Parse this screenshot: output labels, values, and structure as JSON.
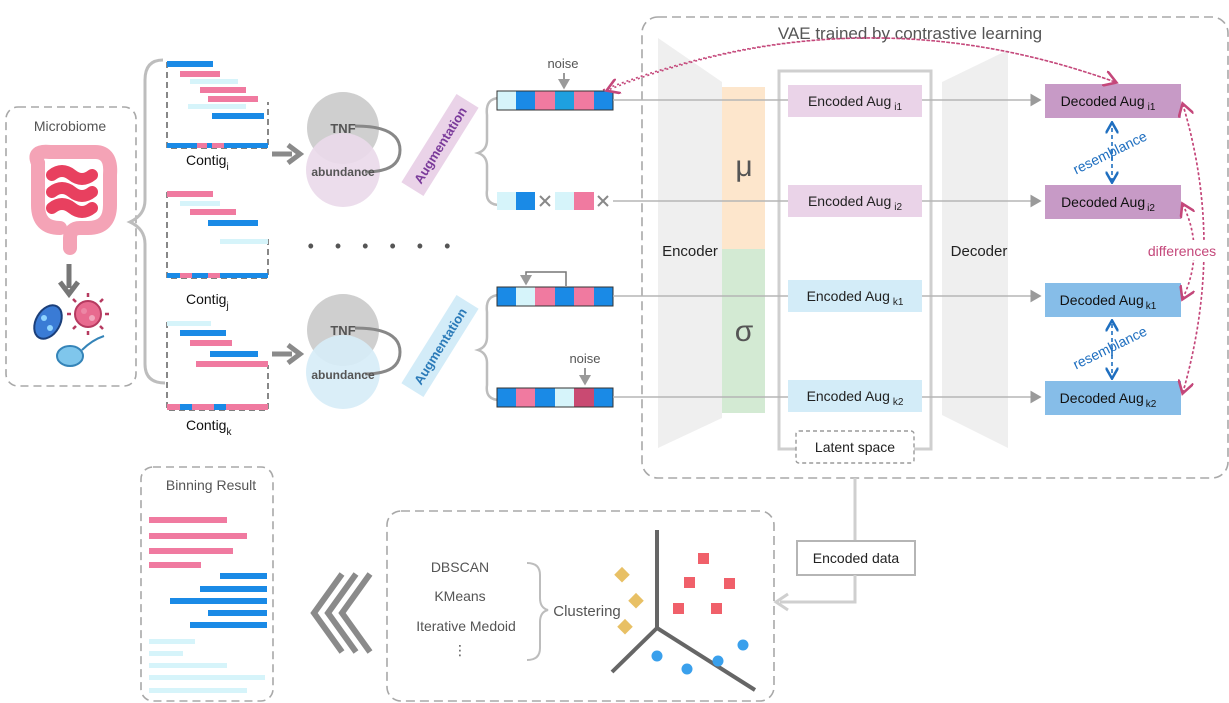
{
  "vae": {
    "title": "VAE trained by contrastive learning",
    "encoder": "Encoder",
    "decoder": "Decoder",
    "mu": "μ",
    "sigma": "σ",
    "latent_space": "Latent space",
    "encoded": [
      {
        "base": "Encoded Aug",
        "sub": "i1"
      },
      {
        "base": "Encoded Aug",
        "sub": "i2"
      },
      {
        "base": "Encoded Aug",
        "sub": "k1"
      },
      {
        "base": "Encoded Aug",
        "sub": "k2"
      }
    ],
    "decoded": [
      {
        "base": "Decoded Aug",
        "sub": "i1"
      },
      {
        "base": "Decoded Aug",
        "sub": "i2"
      },
      {
        "base": "Decoded Aug",
        "sub": "k1"
      },
      {
        "base": "Decoded Aug",
        "sub": "k2"
      }
    ],
    "resemblance": "resemblance",
    "differences": "differences"
  },
  "input": {
    "microbiome": "Microbiome",
    "contigs": [
      {
        "base": "Contig",
        "sub": "i"
      },
      {
        "base": "Contig",
        "sub": "j"
      },
      {
        "base": "Contig",
        "sub": "k"
      }
    ],
    "tnf": "TNF",
    "abundance": "abundance",
    "augmentation": "Augmentation",
    "noise": "noise",
    "ellipsis": "• • • • • •"
  },
  "bottom": {
    "encoded_data": "Encoded data",
    "methods": [
      "DBSCAN",
      "KMeans",
      "Iterative Medoid",
      "⋮"
    ],
    "clustering": "Clustering",
    "binning_result": "Binning Result"
  },
  "colors": {
    "pink": "#f07aa0",
    "blue": "#1a8ae6",
    "cyan": "#d6f4fa",
    "mu": "#fde6cc",
    "sigma": "#d3ead3",
    "enc_pink": "#ead3e8",
    "enc_blue": "#d3ecf8",
    "dec_purple": "#c79ac6",
    "dec_blue": "#86bde8"
  }
}
